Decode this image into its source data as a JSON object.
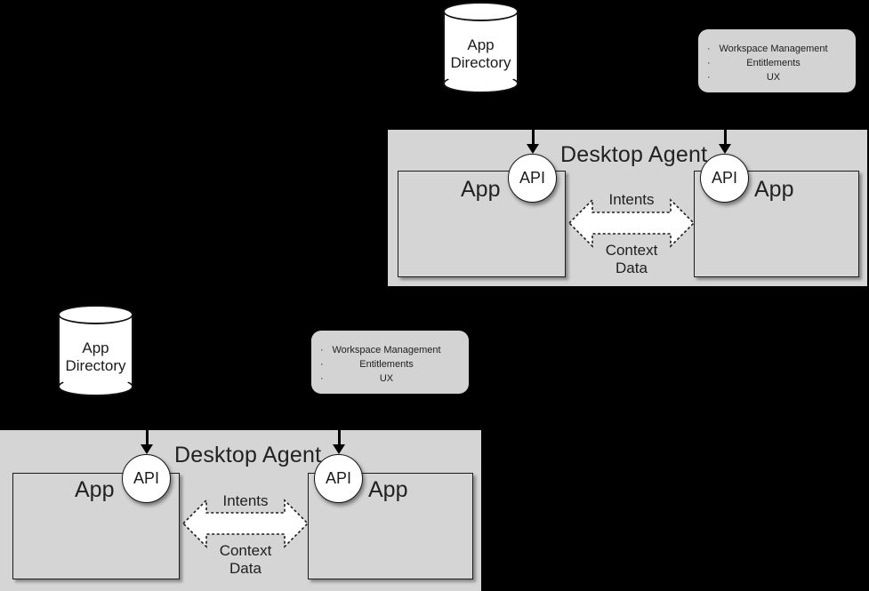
{
  "diagrams": [
    {
      "id": "top",
      "agent_title": "Desktop Agent",
      "directory": {
        "line1": "App",
        "line2": "Directory"
      },
      "note": {
        "bullets": [
          "Workspace Management",
          "Entitlements",
          "UX"
        ],
        "bullet_glyph": "·"
      },
      "apps": [
        {
          "label": "App",
          "api_label": "API"
        },
        {
          "label": "App",
          "api_label": "API"
        }
      ],
      "flows": {
        "intents": "Intents",
        "context_line1": "Context",
        "context_line2": "Data"
      }
    },
    {
      "id": "bottom",
      "agent_title": "Desktop Agent",
      "directory": {
        "line1": "App",
        "line2": "Directory"
      },
      "note": {
        "bullets": [
          "Workspace Management",
          "Entitlements",
          "UX"
        ],
        "bullet_glyph": "·"
      },
      "apps": [
        {
          "label": "App",
          "api_label": "API"
        },
        {
          "label": "App",
          "api_label": "API"
        }
      ],
      "flows": {
        "intents": "Intents",
        "context_line1": "Context",
        "context_line2": "Data"
      }
    }
  ],
  "colors": {
    "background": "#000000",
    "agent_fill": "#d5d5d5",
    "app_fill": "#d5d5d5",
    "note_fill": "#d3d3d3",
    "cylinder_fill": "#ffffff",
    "stroke": "#111111"
  }
}
